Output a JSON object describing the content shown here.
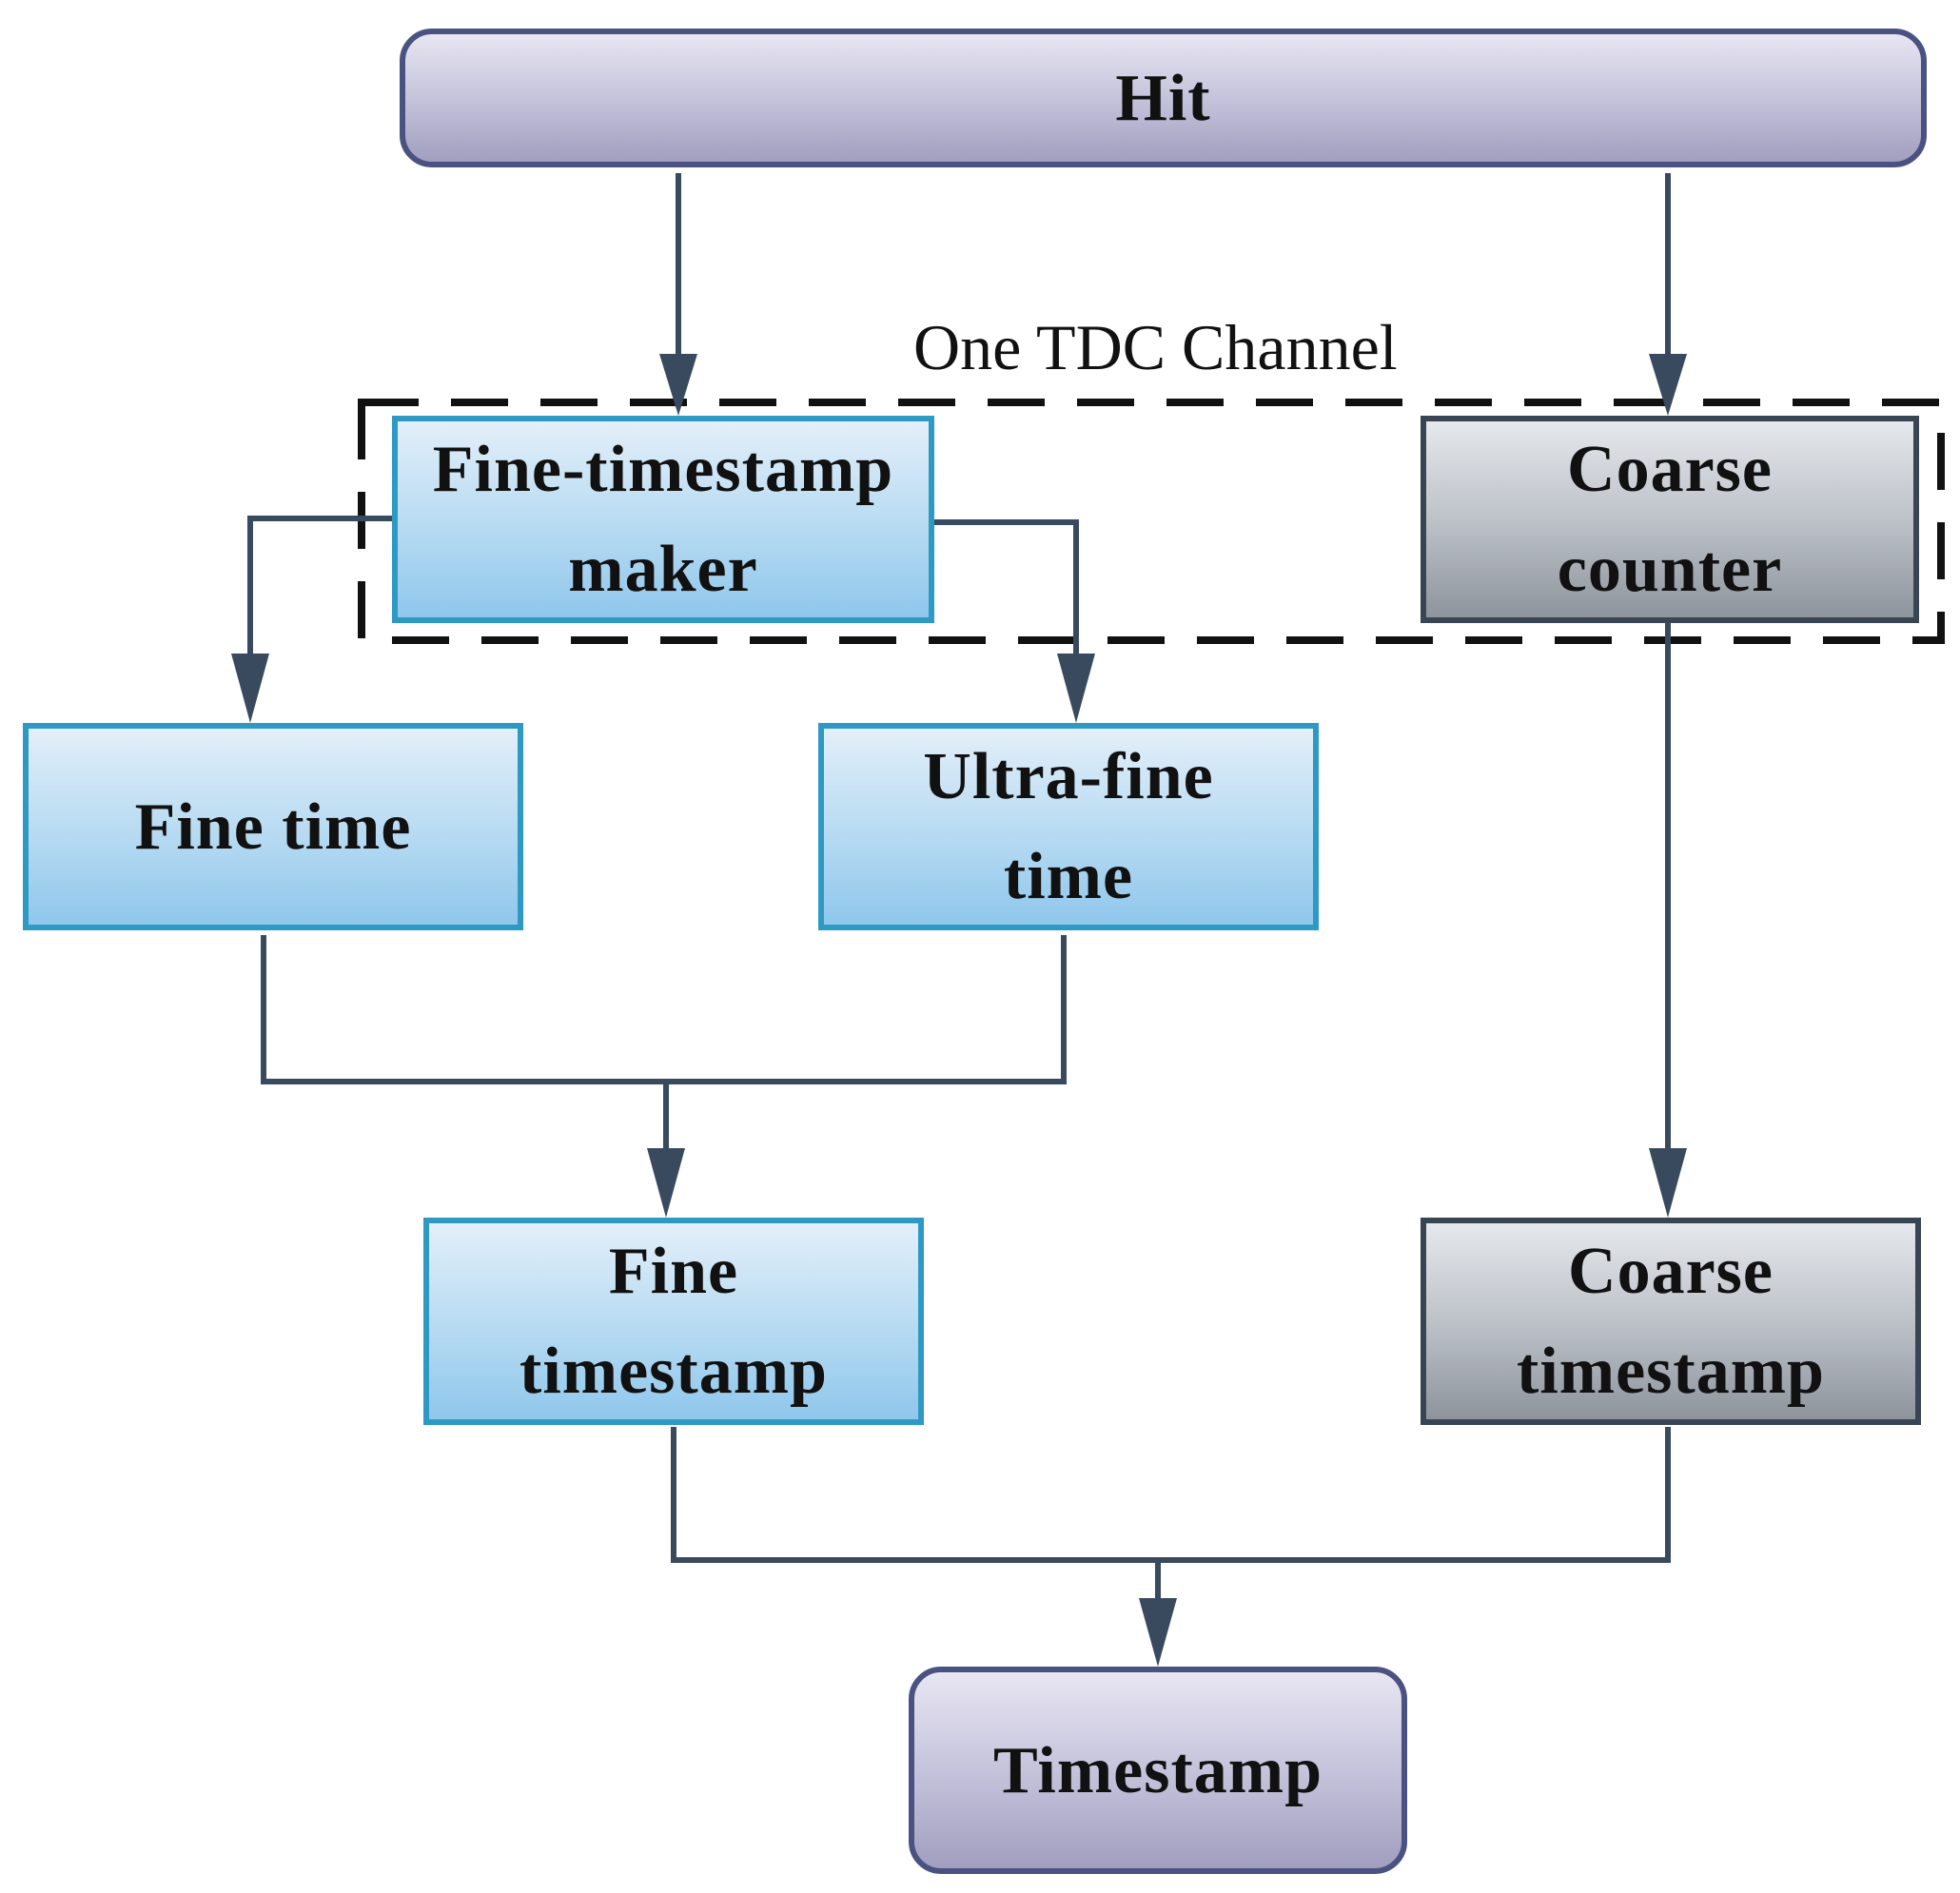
{
  "diagram": {
    "channel_label": "One TDC Channel",
    "nodes": {
      "hit": {
        "label": "Hit"
      },
      "fine_timestamp_maker": {
        "line1": "Fine-timestamp",
        "line2": "maker"
      },
      "coarse_counter": {
        "line1": "Coarse",
        "line2": "counter"
      },
      "fine_time": {
        "label": "Fine time"
      },
      "ultra_fine_time": {
        "line1": "Ultra-fine",
        "line2": "time"
      },
      "fine_timestamp": {
        "line1": "Fine",
        "line2": "timestamp"
      },
      "coarse_timestamp": {
        "line1": "Coarse",
        "line2": "timestamp"
      },
      "timestamp": {
        "label": "Timestamp"
      }
    },
    "colors": {
      "connector": "#3a4a5e",
      "blue_border": "#2e9ac4",
      "grey_border": "#3a4553",
      "purple_border": "#4a5282",
      "dashed_border": "#111111"
    }
  }
}
